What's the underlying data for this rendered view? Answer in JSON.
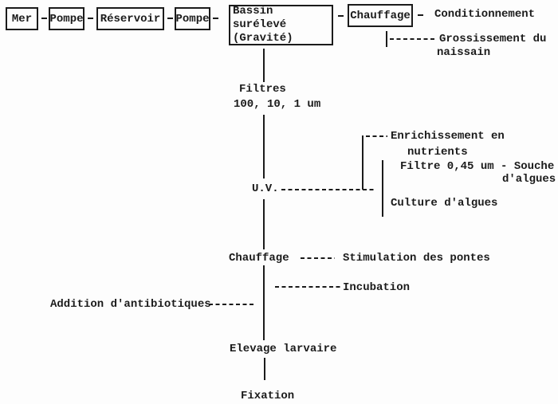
{
  "colors": {
    "ink": "#1b1b1b",
    "background": "#fdfdfd"
  },
  "flow_top": {
    "mer": "Mer",
    "pompe1": "Pompe",
    "reservoir": "Réservoir",
    "pompe2": "Pompe",
    "bassin_line1": "Bassin surélevé",
    "bassin_line2": "(Gravité)",
    "chauffage": "Chauffage",
    "conditionnement": "Conditionnement"
  },
  "grossissement": {
    "line1": "Grossissement du",
    "line2": "naissain"
  },
  "spine": {
    "filtres_line1": "Filtres",
    "filtres_line2": "100, 10, 1 um",
    "uv": "U.V.",
    "chauffage2": "Chauffage",
    "stimulation": "Stimulation des pontes",
    "incubation": "Incubation",
    "antibiotiques": "Addition d'antibiotiques",
    "elevage": "Elevage larvaire",
    "fixation": "Fixation"
  },
  "algues": {
    "enrichissement_line1": "Enrichissement en",
    "enrichissement_line2": "nutrients",
    "filtre_line1": "Filtre 0,45 um - Souche",
    "filtre_line2": "d'algues",
    "culture": "Culture d'algues"
  }
}
